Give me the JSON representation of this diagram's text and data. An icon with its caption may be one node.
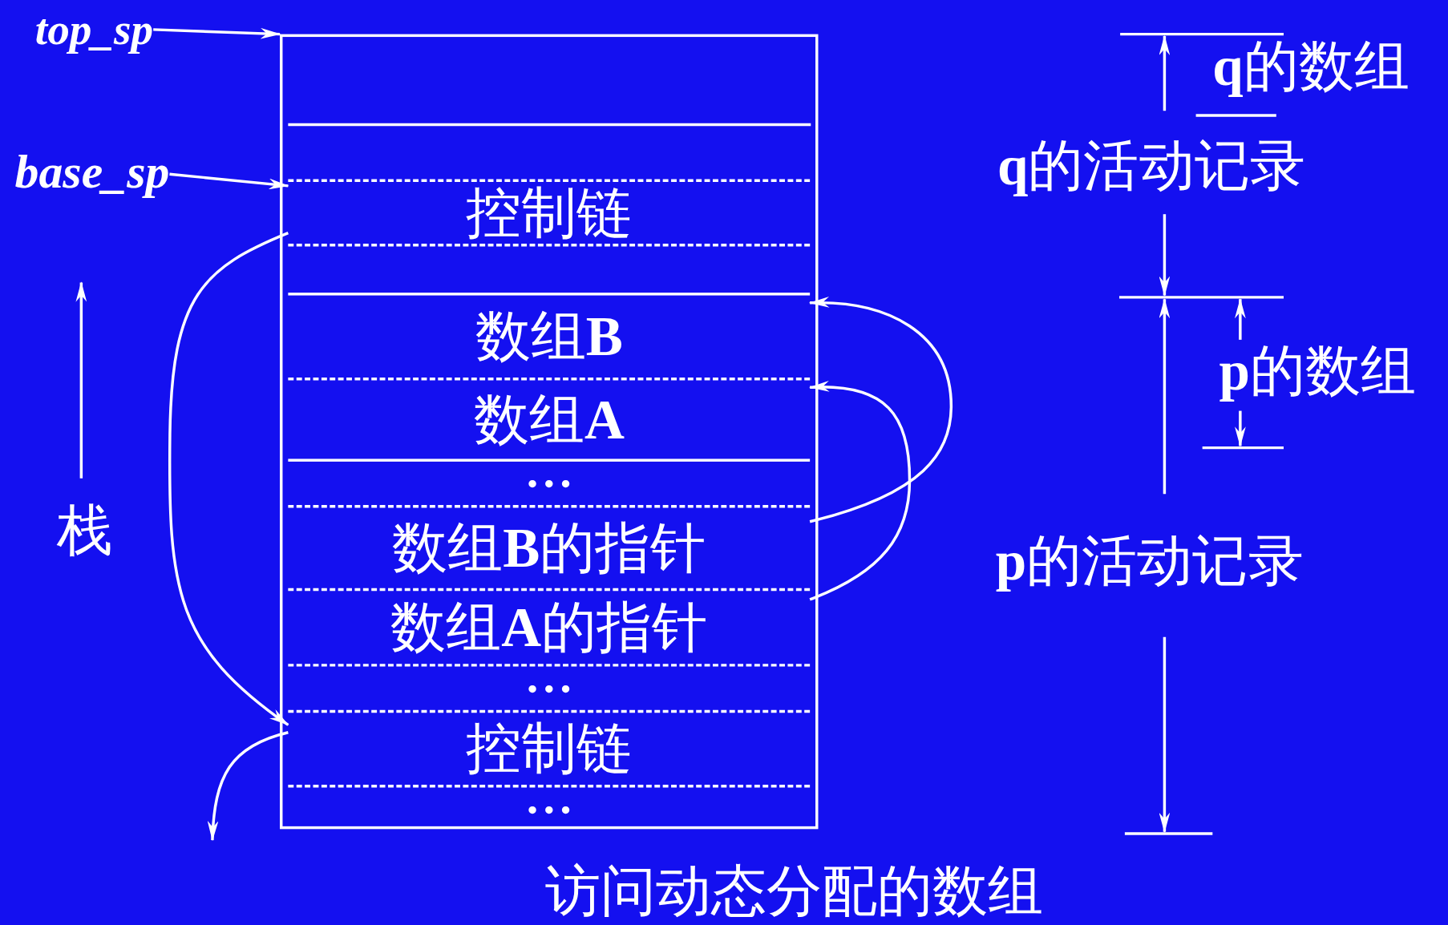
{
  "diagram": {
    "caption": "访问动态分配的数组",
    "nodes": [
      {
        "text": [],
        "shape": "box"
      },
      {
        "text": [
          "控制链"
        ],
        "in": 0
      },
      {
        "text": [
          "数组**B**"
        ],
        "in": 0
      },
      {
        "text": [
          "数组**A**"
        ],
        "in": 0
      },
      {
        "text": [
          "• • •"
        ],
        "in": 0
      },
      {
        "text": [
          "数组**B**的指针"
        ],
        "in": 0
      },
      {
        "text": [
          "数组**A**的指针"
        ],
        "in": 0
      },
      {
        "text": [
          "• • •"
        ],
        "in": 0
      },
      {
        "text": [
          "控制链"
        ],
        "in": 0
      },
      {
        "text": [
          "• • •"
        ],
        "in": 0
      },
      {
        "text": [
          "top_sp"
        ]
      },
      {
        "text": [
          "base_sp"
        ]
      }
    ],
    "edges": [
      {
        "from": 10,
        "to": 0,
        "arrow": "to"
      },
      {
        "from": 11,
        "to": 1,
        "arrow": "to"
      },
      {
        "from": 1,
        "to": 8,
        "arrow": "to"
      },
      {
        "from": 8,
        "to": null,
        "arrow": "to"
      },
      {
        "from": 5,
        "to": 2,
        "arrow": "to"
      },
      {
        "from": 6,
        "to": 3,
        "arrow": "to"
      }
    ],
    "labels": [
      "栈",
      "**q**的数组",
      "**q**的活动记录",
      "**p**的数组",
      "**p**的活动记录"
    ]
  }
}
